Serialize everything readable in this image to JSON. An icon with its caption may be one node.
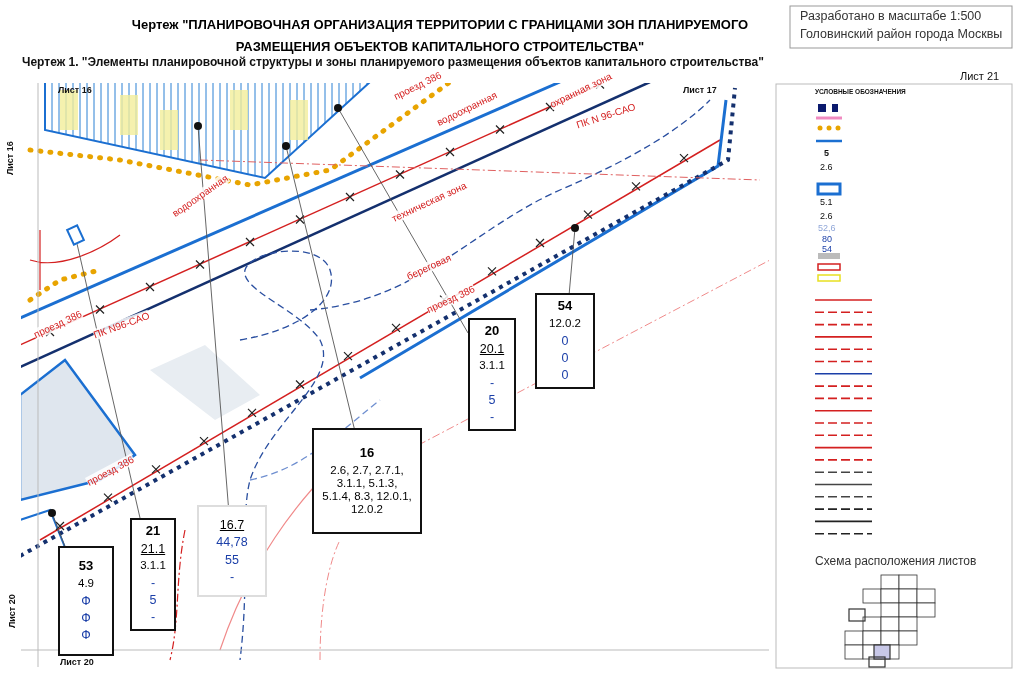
{
  "diagram": {
    "title": "Чертеж \"ПЛАНИРОВОЧНАЯ ОРГАНИЗАЦИЯ ТЕРРИТОРИИ С ГРАНИЦАМИ ЗОН ПЛАНИРУЕМОГО РАЗМЕЩЕНИЯ ОБЪЕКТОВ КАПИТАЛЬНОГО СТРОИТЕЛЬСТВА\"",
    "nodes": [
      {
        "text": [
          "54",
          "12.0.2",
          "0",
          "0",
          "0"
        ]
      },
      {
        "text": [
          "20",
          "20.1",
          "3.1.1",
          "-",
          "5",
          "-"
        ]
      },
      {
        "text": [
          "16",
          "2.6, 2.7, 2.7.1, 3.1.1, 5.1.3, 5.1.4, 8.3, 12.0.1, 12.0.2"
        ]
      },
      {
        "text": [
          "21",
          "21.1",
          "3.1.1",
          "-",
          "5",
          "-"
        ]
      },
      {
        "text": [
          "16.7",
          "44,78",
          "55",
          "-"
        ]
      },
      {
        "text": [
          "53",
          "4.9",
          "Ф",
          "Ф",
          "Ф"
        ]
      },
      {
        "text": [],
        "shape": "circle"
      },
      {
        "text": [],
        "shape": "box"
      },
      {
        "text": [],
        "shape": "circle"
      },
      {
        "text": [],
        "shape": "circle"
      },
      {
        "text": [],
        "shape": "circle"
      },
      {
        "text": [],
        "shape": "circle"
      }
    ],
    "edges": [
      {
        "from": 0,
        "to": 11,
        "arrow": "none"
      },
      {
        "from": 1,
        "to": 10,
        "arrow": "none"
      },
      {
        "from": 2,
        "to": 9,
        "arrow": "none"
      },
      {
        "from": 3,
        "to": 7,
        "arrow": "none"
      },
      {
        "from": 4,
        "to": 8,
        "arrow": "none"
      },
      {
        "from": 5,
        "to": 6,
        "arrow": "none"
      }
    ],
    "labels": [
      "Чертеж 1. \"Элементы планировочной структуры и зоны планируемого размещения объектов капитального строительства\"",
      "Разработано в масштабе 1:500",
      "Головинский район города Москвы",
      "Лист 21",
      "Лист 16",
      "Лист 16",
      "Лист 17",
      "Лист 20",
      "Лист 20",
      "проезд 386",
      "водоохранная",
      "охранная зона",
      "ПК N 96-САО",
      "техническая зона",
      "береговая",
      "проезд 386",
      "водоохранная",
      "проезд 386",
      "ПК N96-САО",
      "проезд 386",
      "УСЛОВНЫЕ ОБОЗНАЧЕНИЯ",
      "5",
      "2.6",
      "5.1",
      "2.6",
      "52,6",
      "80",
      "54",
      "Схема расположения листов"
    ]
  }
}
